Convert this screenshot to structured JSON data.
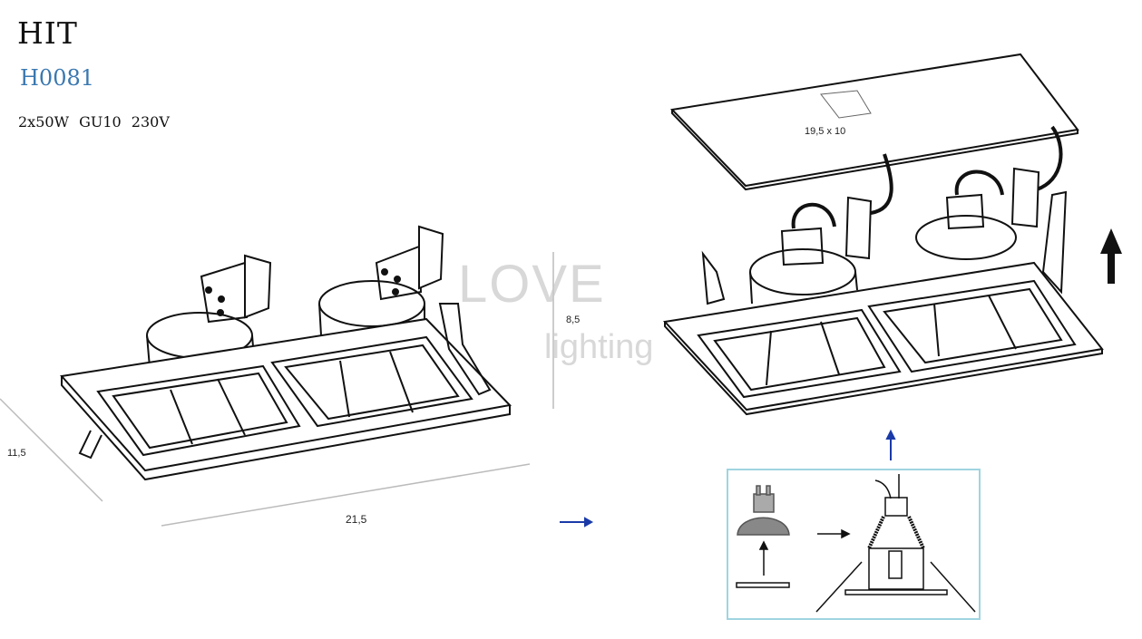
{
  "product": {
    "name": "HIT",
    "code": "H0081",
    "spec": "2x50W  GU10  230V"
  },
  "dimensions": {
    "depth": "11,5",
    "width": "21,5",
    "height": "8,5",
    "cutout": "19,5 x 10"
  },
  "watermark": {
    "word1": "LOVE",
    "word2": "lighting"
  },
  "colors": {
    "code": "#3a78b0",
    "arrow": "#1a3aa8",
    "inset_border": "#9fd4e0"
  }
}
